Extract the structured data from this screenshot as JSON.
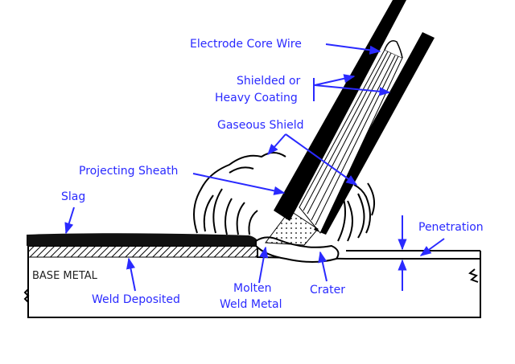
{
  "labels": {
    "electrode_core_wire": "Electrode Core Wire",
    "shielded_or": "Shielded or",
    "heavy_coating": "Heavy Coating",
    "gaseous_shield": "Gaseous Shield",
    "projecting_sheath": "Projecting Sheath",
    "slag": "Slag",
    "penetration": "Penetration",
    "base_metal": "BASE METAL",
    "weld_deposited": "Weld Deposited",
    "molten": "Molten",
    "weld_metal": "Weld Metal",
    "crater": "Crater"
  },
  "colors": {
    "label": "#2a2aff",
    "drawing": "#000000"
  }
}
